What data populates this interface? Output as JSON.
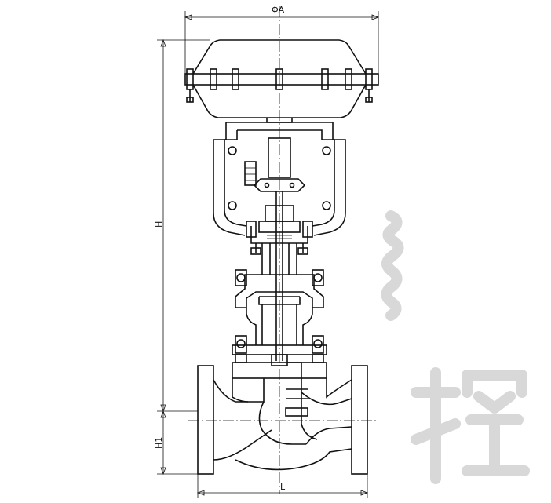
{
  "dimensions": {
    "top_diameter": "ΦA",
    "overall_height": "H",
    "center_height": "H1",
    "face_to_face": "L"
  },
  "watermark": {
    "text": "控",
    "color": "#d8d8d8"
  }
}
